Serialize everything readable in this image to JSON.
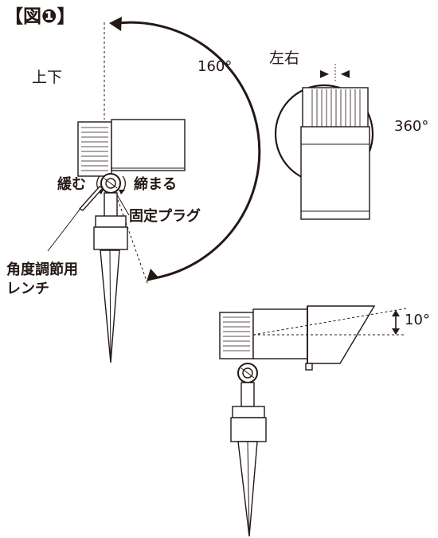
{
  "figure": {
    "title": "【図❶】",
    "label_up_down": "上下",
    "angle_up_down": "160°",
    "label_left_right": "左右",
    "angle_left_right": "360°",
    "label_loosen": "緩む",
    "label_tighten": "締まる",
    "label_fixing_plug": "固定プラグ",
    "label_wrench_line1": "角度調節用",
    "label_wrench_line2": "レンチ",
    "angle_tilt": "10°"
  },
  "colors": {
    "ink": "#231815",
    "fill_light": "#ffffff",
    "fill_gray": "#bdbdbd"
  }
}
